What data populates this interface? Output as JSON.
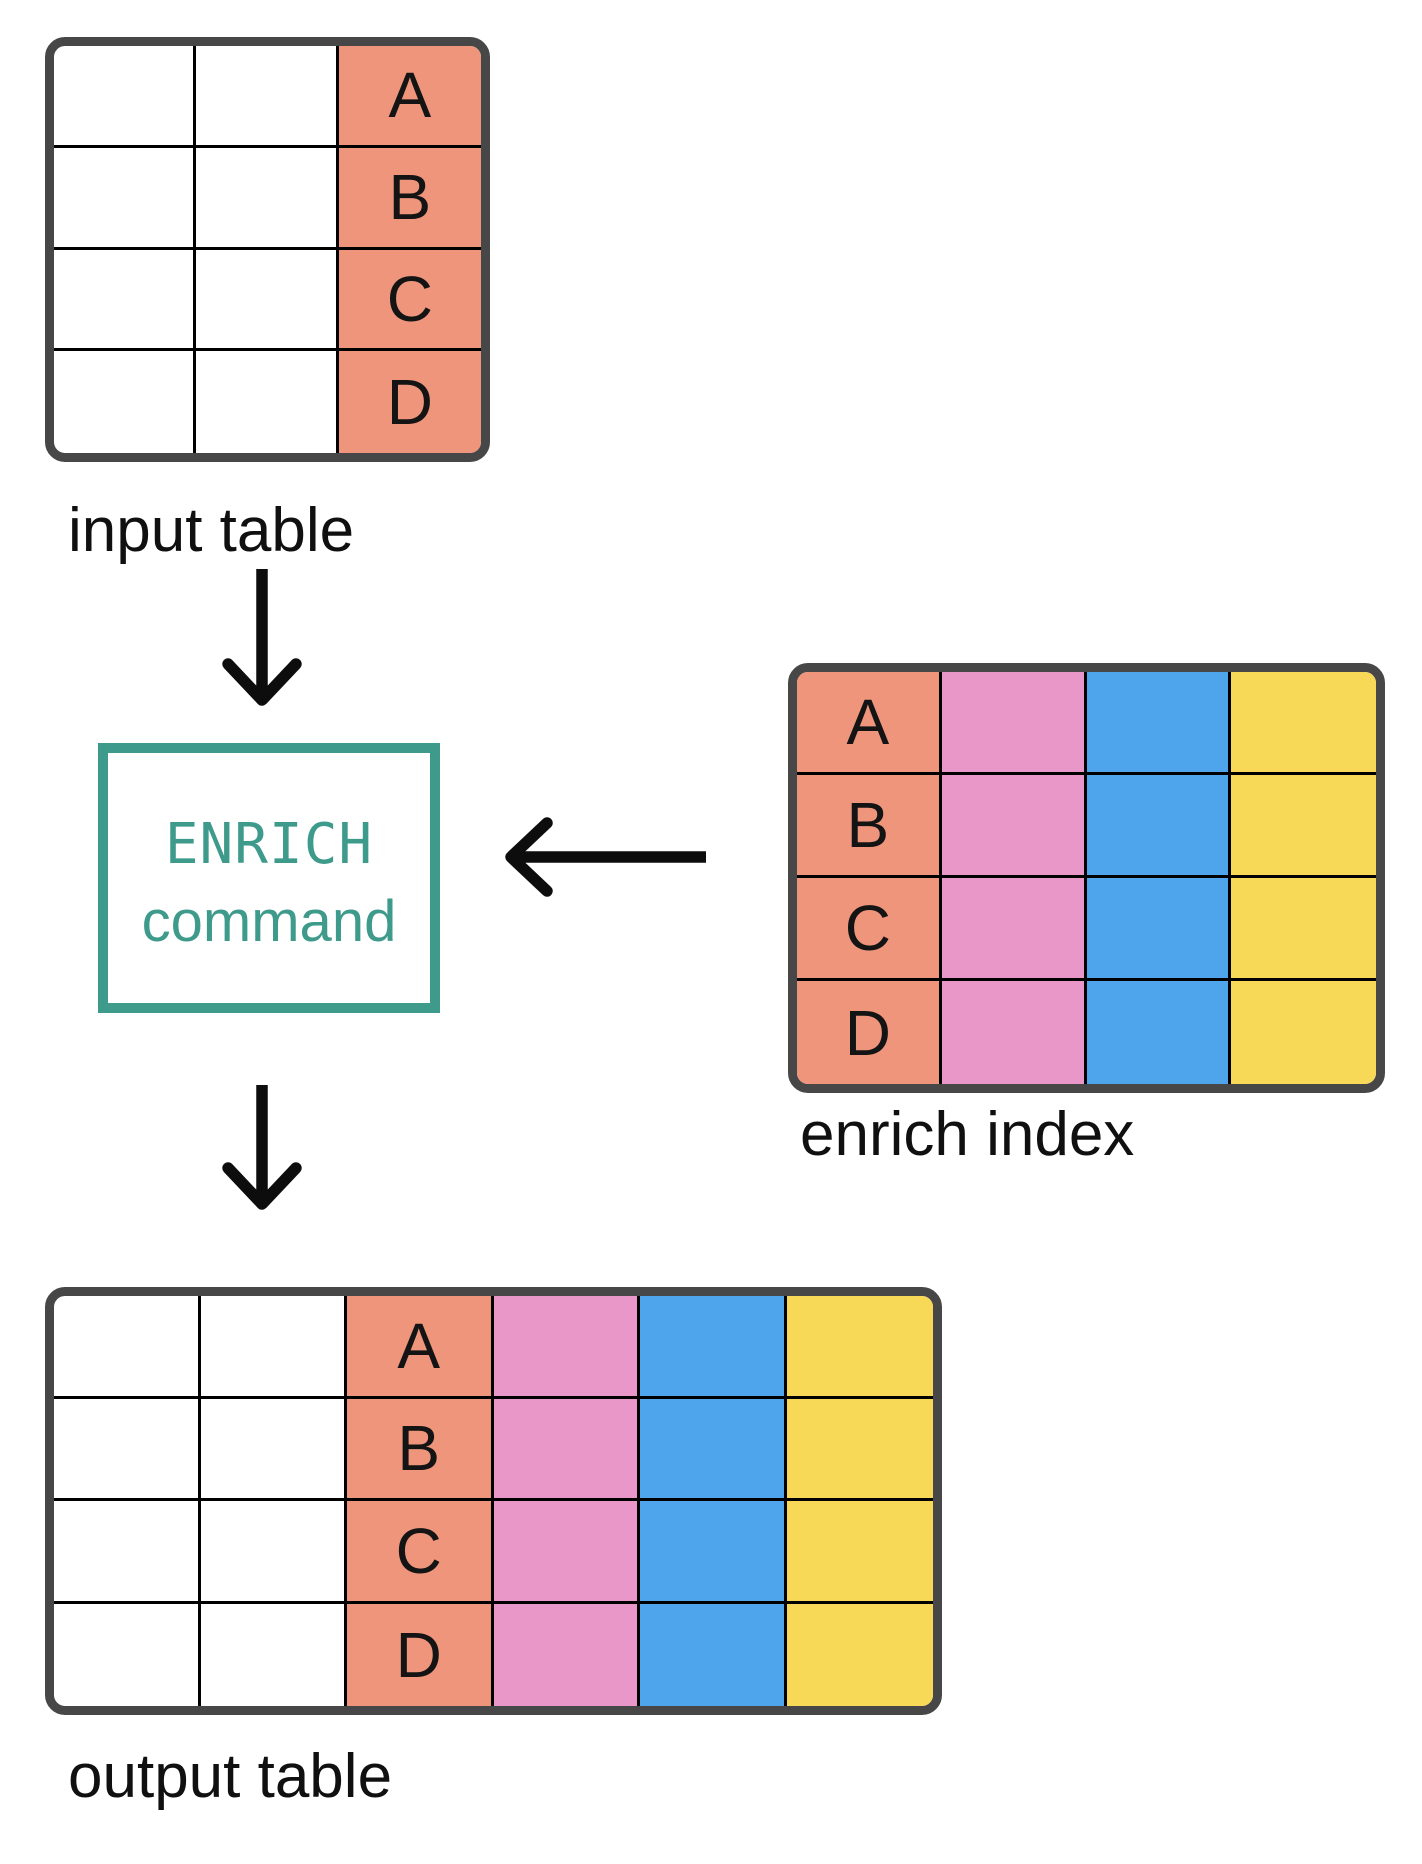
{
  "labels": {
    "input_table": "input table",
    "enrich_index": "enrich index",
    "output_table": "output table"
  },
  "enrich_command": {
    "line1": "ENRICH",
    "line2": "command"
  },
  "input_table": {
    "key_values": [
      "A",
      "B",
      "C",
      "D"
    ]
  },
  "enrich_index": {
    "key_values": [
      "A",
      "B",
      "C",
      "D"
    ]
  },
  "output_table": {
    "key_values": [
      "A",
      "B",
      "C",
      "D"
    ]
  },
  "colors": {
    "key": "#EE957C",
    "enrich1": "#E997C8",
    "enrich2": "#4FA5EC",
    "enrich3": "#F7D857",
    "accent": "#3E9A8B",
    "table_border": "#474747",
    "arrow": "#0D0D0D"
  }
}
